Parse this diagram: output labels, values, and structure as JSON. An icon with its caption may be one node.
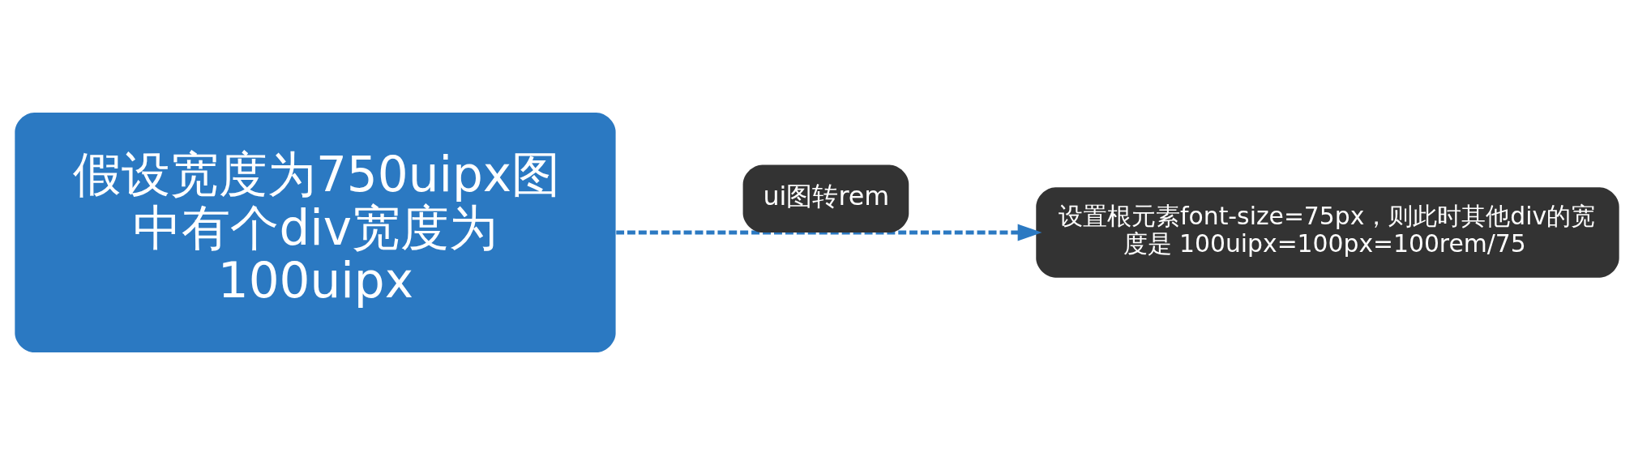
{
  "diagram": {
    "nodes": [
      {
        "text": [
          "假设宽度为750uipx图中有个div宽度为100uipx"
        ]
      },
      {
        "text": [
          "设置根元素font-size=75px，则此时其他div的宽度是 100uipx=100px=100rem/75"
        ]
      }
    ],
    "edges": [
      {
        "from": 0,
        "to": 1,
        "arrow": "to",
        "style": "dashed",
        "label": "ui图转rem"
      }
    ]
  }
}
